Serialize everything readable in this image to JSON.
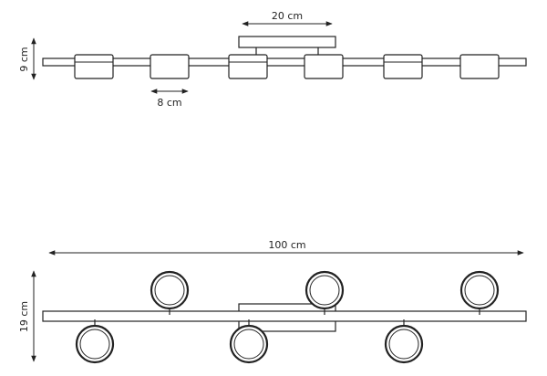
{
  "labels": {
    "top_width": "20 cm",
    "side_height": "9 cm",
    "spot_width": "8 cm",
    "total_length": "100 cm",
    "total_height": "19 cm"
  }
}
